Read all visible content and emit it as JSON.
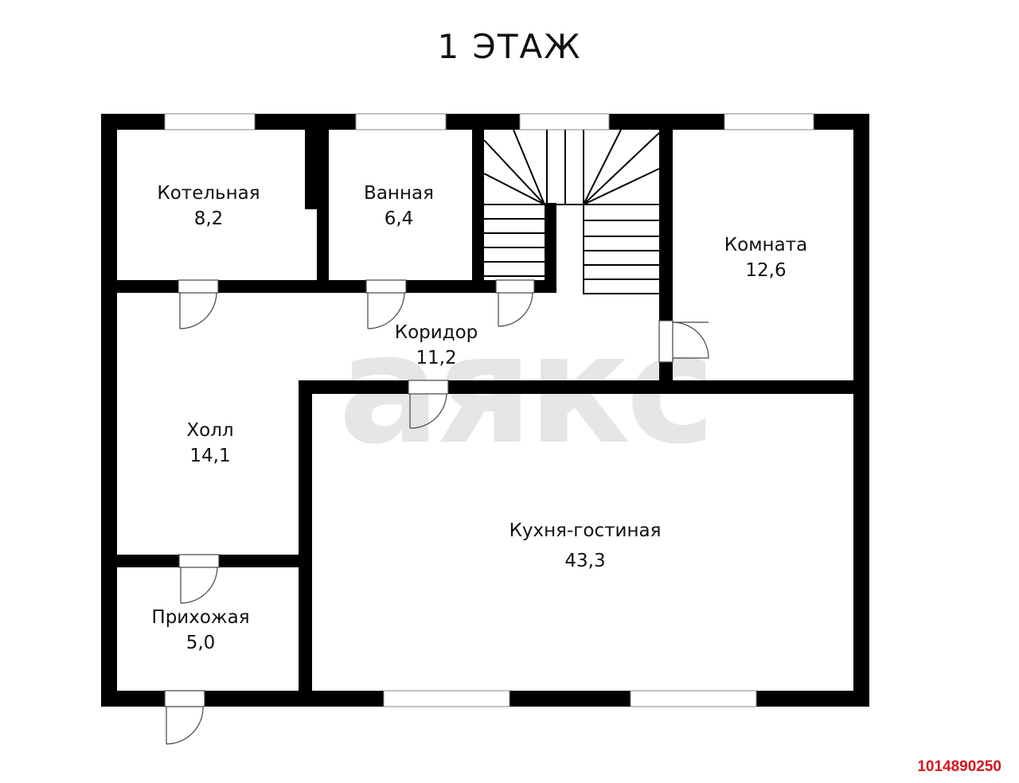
{
  "title": "1 ЭТАЖ",
  "watermark": "аякс",
  "listing_id": "1014890250",
  "colors": {
    "wall": "#000000",
    "background": "#ffffff",
    "watermark": "#e6e6e6",
    "listing_id": "#d8141b"
  },
  "rooms": [
    {
      "name": "Котельная",
      "area": "8,2"
    },
    {
      "name": "Ванная",
      "area": "6,4"
    },
    {
      "name": "Комната",
      "area": "12,6"
    },
    {
      "name": "Коридор",
      "area": "11,2"
    },
    {
      "name": "Холл",
      "area": "14,1"
    },
    {
      "name": "Кухня-гостиная",
      "area": "43,3"
    },
    {
      "name": "Прихожая",
      "area": "5,0"
    }
  ]
}
